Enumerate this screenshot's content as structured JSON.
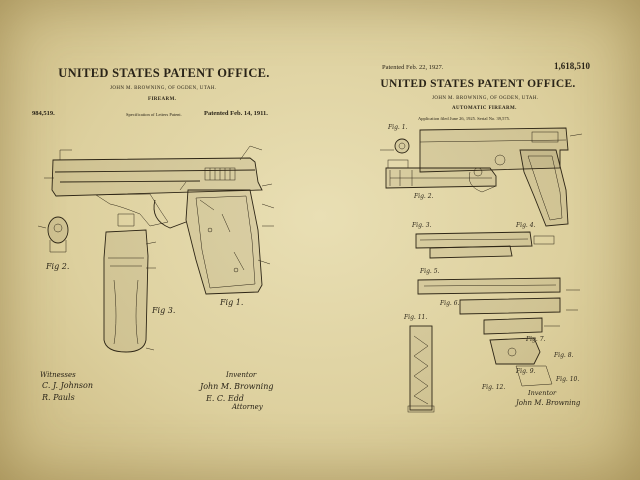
{
  "left_sheet": {
    "title": "UNITED STATES PATENT OFFICE.",
    "inventor_line": "JOHN M. BROWNING, OF OGDEN, UTAH.",
    "subject": "FIREARM.",
    "patent_number": "984,519.",
    "spec_line": "Specification of Letters Patent.",
    "patent_date": "Patented Feb. 14, 1911.",
    "figure_labels": {
      "fig1": "Fig 1.",
      "fig2": "Fig 2.",
      "fig3": "Fig 3."
    },
    "witnesses_heading": "Witnesses",
    "inventor_heading": "Inventor",
    "inventor_signature": "John M. Browning",
    "attorney_label": "Attorney",
    "witness_signatures": [
      "C. J. Johnson",
      "R. Pauls"
    ],
    "attorney_signature": "E. C. Edd"
  },
  "right_sheet": {
    "patent_date": "Patented Feb. 22, 1927.",
    "patent_number": "1,618,510",
    "title": "UNITED STATES PATENT OFFICE.",
    "inventor_line": "JOHN M. BROWNING, OF OGDEN, UTAH.",
    "subject": "AUTOMATIC FIREARM.",
    "application_line": "Application filed June 26, 1925. Serial No. 39,575.",
    "figure_labels": {
      "fig1": "Fig. 1.",
      "fig2": "Fig. 2.",
      "fig3": "Fig. 3.",
      "fig4": "Fig. 4.",
      "fig5": "Fig. 5.",
      "fig6": "Fig. 6.",
      "fig7": "Fig. 7.",
      "fig8": "Fig. 8.",
      "fig9": "Fig. 9.",
      "fig10": "Fig. 10.",
      "fig11": "Fig. 11.",
      "fig12": "Fig. 12."
    },
    "inventor_heading": "Inventor",
    "inventor_signature": "John M. Browning"
  },
  "colors": {
    "paper": "#e4d8a8",
    "ink": "#2e2616"
  }
}
